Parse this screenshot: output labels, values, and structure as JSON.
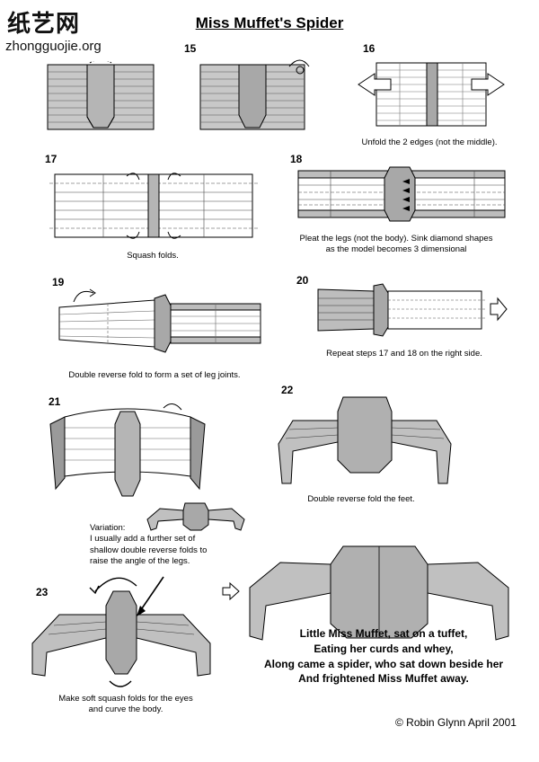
{
  "title": "Miss Muffet's Spider",
  "watermark": {
    "chinese": "纸艺网",
    "url": "zhongguojie.org"
  },
  "steps": [
    {
      "number": "15",
      "caption": ""
    },
    {
      "number": "16",
      "caption": "Unfold the 2 edges (not the middle)."
    },
    {
      "number": "17",
      "caption": "Squash folds."
    },
    {
      "number": "18",
      "caption": "Pleat the legs (not the body). Sink diamond shapes as the model becomes 3 dimensional"
    },
    {
      "number": "19",
      "caption": "Double reverse fold to form a set of leg joints."
    },
    {
      "number": "20",
      "caption": "Repeat steps 17 and 18 on the right side."
    },
    {
      "number": "21",
      "caption": ""
    },
    {
      "number": "22",
      "caption": "Double reverse fold the feet."
    },
    {
      "number": "23",
      "caption": "Make soft squash folds for the eyes and curve the body."
    }
  ],
  "variation": {
    "heading": "Variation:",
    "text": "I usually add a further set of shallow double reverse folds to raise the angle of the legs."
  },
  "poem": [
    "Little Miss Muffet, sat on a tuffet,",
    "Eating her curds and whey,",
    "Along came a spider, who sat down beside her",
    "And frightened Miss Muffet away."
  ],
  "copyright": "© Robin Glynn April 2001",
  "colors": {
    "paper_grey": "#bdbdbd",
    "dark_grey": "#8a8a8a",
    "ink": "#000000"
  }
}
